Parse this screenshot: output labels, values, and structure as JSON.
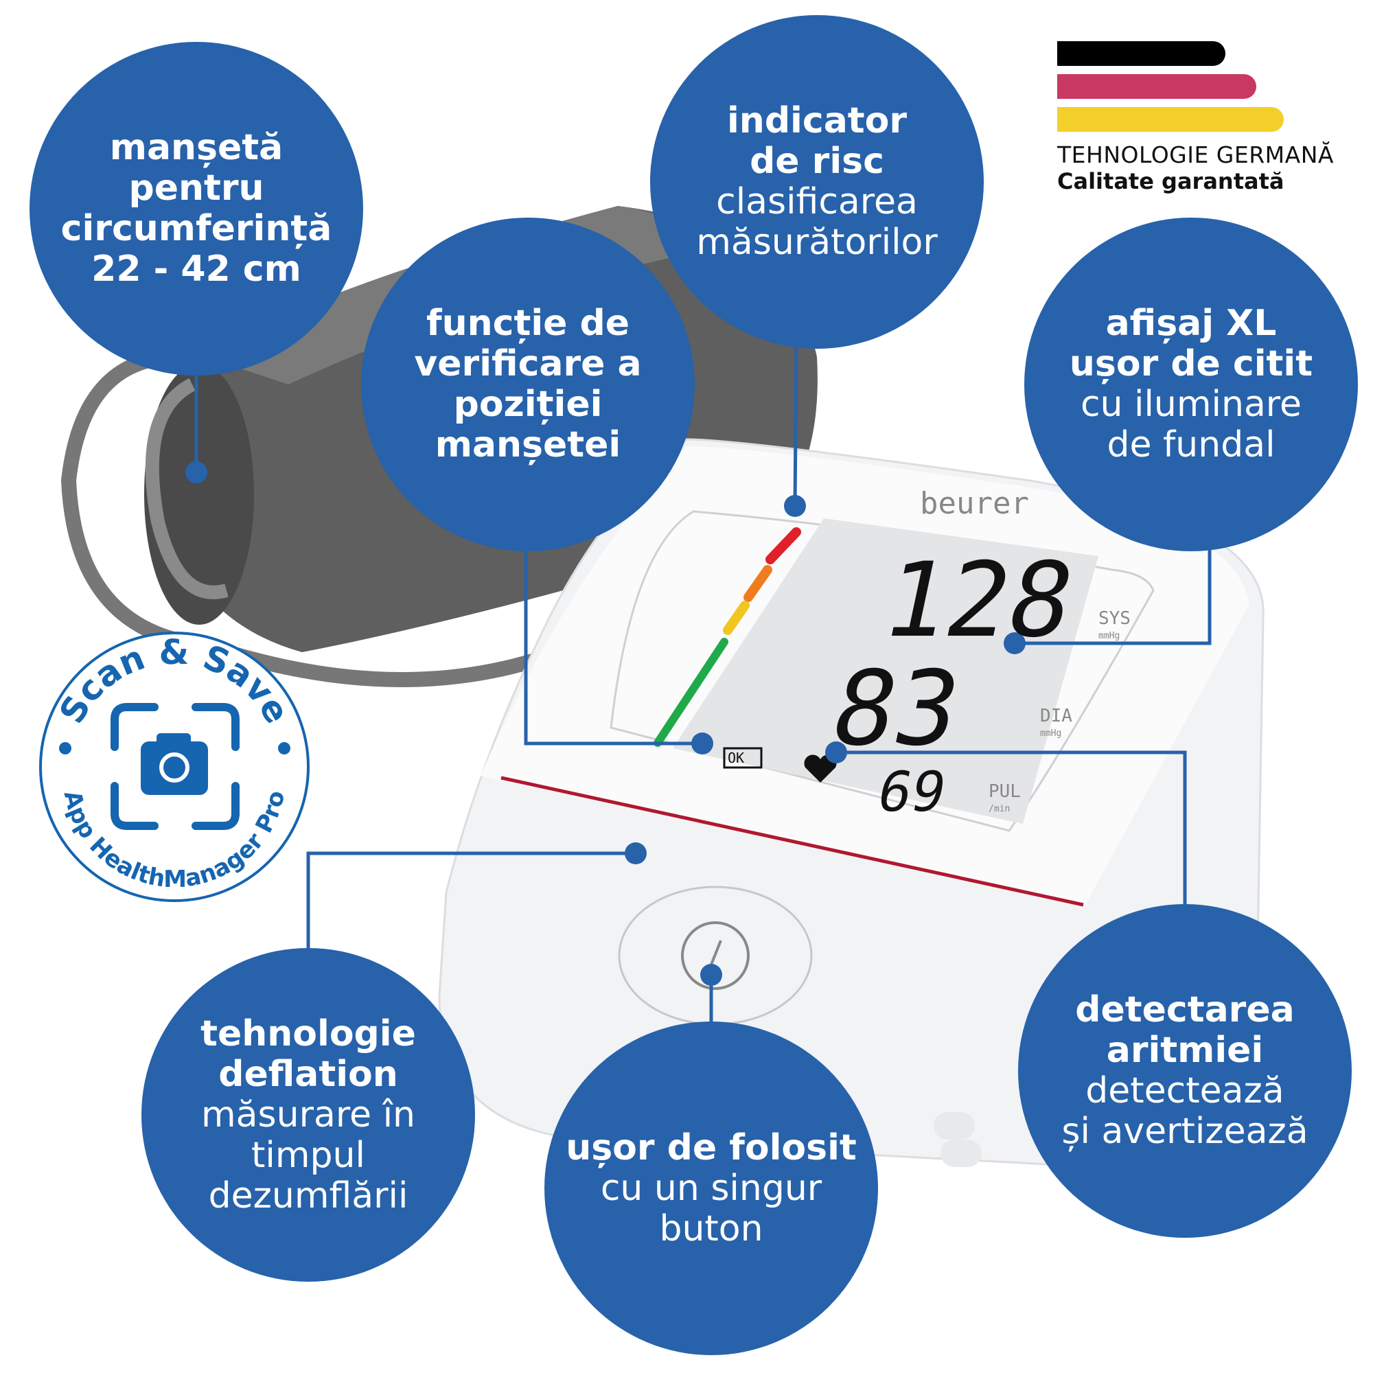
{
  "badge_germany": {
    "title": "TEHNOLOGIE GERMANĂ",
    "subtitle": "Calitate garantată",
    "colors": [
      "#000000",
      "#c93763",
      "#f3cf2a"
    ]
  },
  "features": [
    {
      "bold": [
        "manșetă",
        "pentru",
        "circumferință",
        "22 - 42 cm"
      ],
      "normal": []
    },
    {
      "bold": [
        "indicator",
        "de risc"
      ],
      "normal": [
        "clasificarea",
        "măsurătorilor"
      ]
    },
    {
      "bold": [
        "funcție de",
        "verificare a",
        "poziției",
        "manșetei"
      ],
      "normal": []
    },
    {
      "bold": [
        "afișaj XL",
        "ușor de citit"
      ],
      "normal": [
        "cu iluminare",
        "de fundal"
      ]
    },
    {
      "bold": [
        "tehnologie",
        "deflation"
      ],
      "normal": [
        "măsurare în",
        "timpul",
        "dezumflării"
      ]
    },
    {
      "bold": [
        "ușor de folosit"
      ],
      "normal": [
        "cu un singur",
        "buton"
      ]
    },
    {
      "bold": [
        "detectarea",
        "aritmiei"
      ],
      "normal": [
        "detectează",
        "și avertizează"
      ]
    }
  ],
  "scan_badge": {
    "top": "Scan & Save",
    "bottom": "App HealthManager Pro",
    "icon": "camera-icon"
  },
  "device": {
    "brand": "beurer",
    "sys": "128",
    "dia": "83",
    "pul": "69",
    "sys_label": "SYS",
    "dia_label": "DIA",
    "pul_label": "PUL",
    "unit_mmhg": "mmHg",
    "unit_min": "/min",
    "ok": "OK"
  },
  "accent": "#2762ab"
}
